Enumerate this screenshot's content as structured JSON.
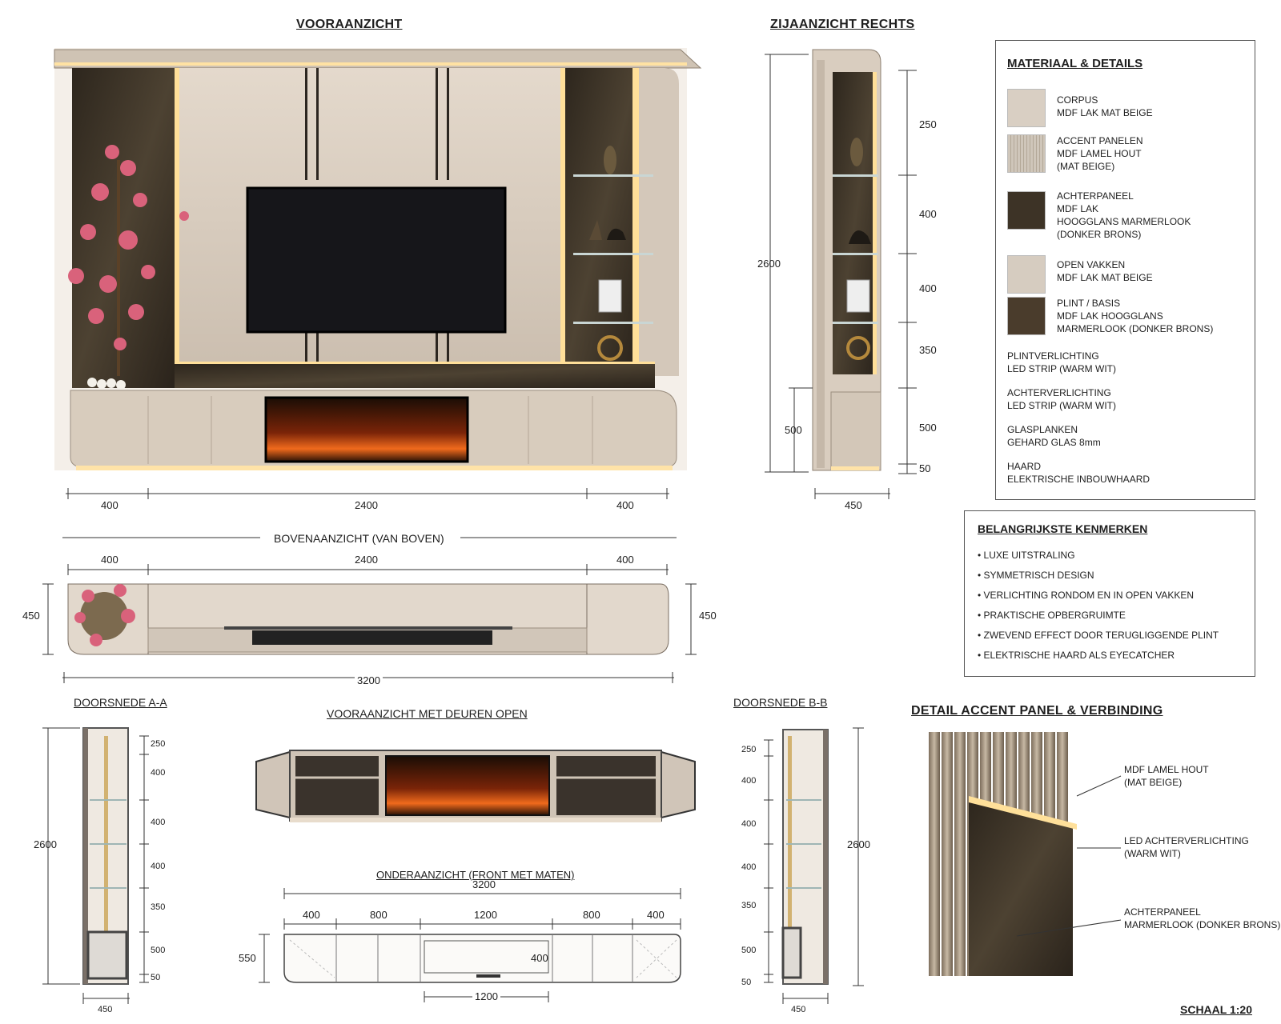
{
  "titles": {
    "front": "VOORAANZICHT",
    "side": "ZIJAANZICHT RECHTS",
    "top": "BOVENAANZICHT (VAN BOVEN)",
    "section_a": "DOORSNEDE A-A",
    "doors_open": "VOORAANZICHT MET DEUREN OPEN",
    "section_b": "DOORSNEDE B-B",
    "bottom": "ONDERAANZICHT (FRONT MET MATEN)",
    "detail": "DETAIL ACCENT PANEL & VERBINDING"
  },
  "front_dims": [
    "400",
    "2400",
    "400"
  ],
  "side_dims": {
    "height": "2600",
    "base": "500",
    "segments": [
      "250",
      "400",
      "400",
      "350",
      "500",
      "50"
    ],
    "depth": "450"
  },
  "top_dims": {
    "segments": [
      "400",
      "2400",
      "400"
    ],
    "depth_left": "450",
    "depth_right": "450",
    "total": "3200"
  },
  "section_a": {
    "height": "2600",
    "segments": [
      "250",
      "400",
      "400",
      "400",
      "350",
      "500",
      "50"
    ],
    "depth": "450"
  },
  "section_b": {
    "height": "2600",
    "segments": [
      "250",
      "400",
      "400",
      "400",
      "350",
      "500",
      "50"
    ],
    "depth": "450"
  },
  "bottom_dims": {
    "total": "3200",
    "segments": [
      "400",
      "800",
      "1200",
      "800",
      "400"
    ],
    "height": "550",
    "inner": "400",
    "bottom": "1200"
  },
  "materials": {
    "title": "MATERIAAL & DETAILS",
    "items": [
      {
        "text": "CORPUS\nMDF LAK MAT BEIGE",
        "color": "#d9cfc3"
      },
      {
        "text": "ACCENT PANELEN\nMDF LAMEL HOUT\n(MAT BEIGE)",
        "color": "#cfc6ba"
      },
      {
        "text": "ACHTERPANEEL\nMDF LAK\nHOOGGLANS MARMERLOOK\n(DONKER BRONS)",
        "color": "#3d3326"
      },
      {
        "text": "OPEN VAKKEN\nMDF LAK MAT BEIGE",
        "color": "#d6ccc0"
      },
      {
        "text": "PLINT / BASIS\nMDF LAK HOOGGLANS\nMARMERLOOK (DONKER BRONS)",
        "color": "#4a3c2c"
      }
    ],
    "extras": [
      "PLINTVERLICHTING\nLED STRIP (WARM WIT)",
      "ACHTERVERLICHTING\nLED STRIP (WARM WIT)",
      "GLASPLANKEN\nGEHARD GLAS 8mm",
      "HAARD\nELEKTRISCHE INBOUWHAARD"
    ]
  },
  "features": {
    "title": "BELANGRIJKSTE KENMERKEN",
    "items": [
      "• LUXE UITSTRALING",
      "• SYMMETRISCH DESIGN",
      "• VERLICHTING RONDOM EN IN OPEN VAKKEN",
      "• PRAKTISCHE OPBERGRUIMTE",
      "• ZWEVEND EFFECT DOOR TERUGLIGGENDE PLINT",
      "• ELEKTRISCHE HAARD ALS EYECATCHER"
    ]
  },
  "detail_callouts": [
    "MDF LAMEL HOUT\n(MAT BEIGE)",
    "LED ACHTERVERLICHTING\n(WARM WIT)",
    "ACHTERPANEEL\nMARMERLOOK (DONKER BRONS)"
  ],
  "scale": "SCHAAL 1:20",
  "colors": {
    "beige": "#d9cfc3",
    "bronze": "#3d3326",
    "led": "#ffd98a",
    "fire": "#e2541a"
  }
}
